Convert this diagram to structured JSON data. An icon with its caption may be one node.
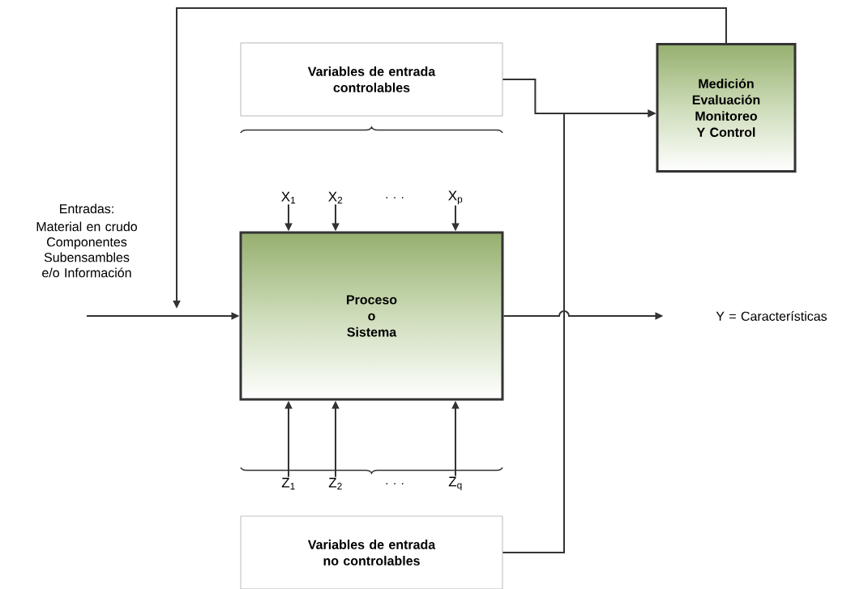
{
  "diagram": {
    "nodes": [
      {
        "text": [
          "Variables de entrada controlables"
        ]
      },
      {
        "text": [
          "Medición Evaluación Monitoreo Y Control"
        ]
      },
      {
        "text": [
          "Entradas:",
          "Material en crudo Componentes Subensambles e/o Información"
        ]
      },
      {
        "text": [
          "Proceso o Sistema"
        ]
      },
      {
        "text": [
          "Y = Características"
        ]
      },
      {
        "text": [
          "Variables de entrada no controlables"
        ]
      },
      {
        "text": [
          "X$_{1}$"
        ]
      },
      {
        "text": [
          "X$_{2}$"
        ]
      },
      {
        "text": [
          "X$_{p}$"
        ]
      },
      {
        "text": [
          "Z$_{1}$"
        ]
      },
      {
        "text": [
          "Z$_{2}$"
        ]
      },
      {
        "text": [
          "Z$_{q}$"
        ]
      }
    ],
    "edges": [
      {
        "from": 2,
        "to": 3,
        "arrow": "to"
      },
      {
        "from": 1,
        "to": null,
        "arrow": "to"
      },
      {
        "from": 0,
        "to": 1,
        "arrow": "to"
      },
      {
        "from": 5,
        "to": 1,
        "arrow": "to"
      },
      {
        "from": 3,
        "to": 4,
        "arrow": "to"
      },
      {
        "from": 6,
        "to": 3,
        "arrow": "to"
      },
      {
        "from": 7,
        "to": 3,
        "arrow": "to"
      },
      {
        "from": 8,
        "to": 3,
        "arrow": "to"
      },
      {
        "from": 9,
        "to": 3,
        "arrow": "to"
      },
      {
        "from": 10,
        "to": 3,
        "arrow": "to"
      },
      {
        "from": 11,
        "to": 3,
        "arrow": "to"
      }
    ],
    "labels": [
      ". . .",
      ". . ."
    ]
  }
}
